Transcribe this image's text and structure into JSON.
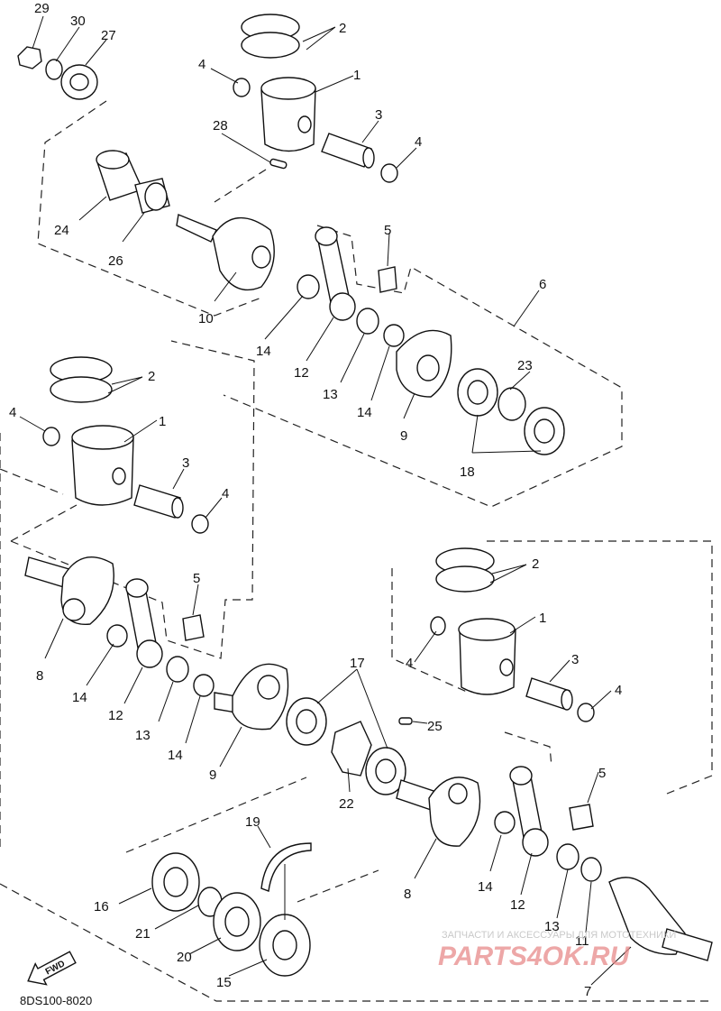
{
  "diagram": {
    "code": "8DS100-8020",
    "fwd_label": "FWD",
    "watermark": {
      "line1": "ЗАПЧАСТИ И АКСЕССУАРЫ ДЛЯ МОТОТЕХНИКИ",
      "line2": "PARTS4OK.RU"
    },
    "labels": [
      "29",
      "30",
      "27",
      "2",
      "4",
      "1",
      "3",
      "4",
      "28",
      "24",
      "26",
      "10",
      "5",
      "6",
      "14",
      "12",
      "13",
      "14",
      "23",
      "9",
      "18",
      "2",
      "4",
      "1",
      "3",
      "4",
      "8",
      "5",
      "14",
      "12",
      "13",
      "14",
      "9",
      "17",
      "25",
      "22",
      "2",
      "1",
      "4",
      "3",
      "4",
      "5",
      "8",
      "14",
      "12",
      "13",
      "11",
      "19",
      "16",
      "21",
      "20",
      "15",
      "7"
    ]
  }
}
